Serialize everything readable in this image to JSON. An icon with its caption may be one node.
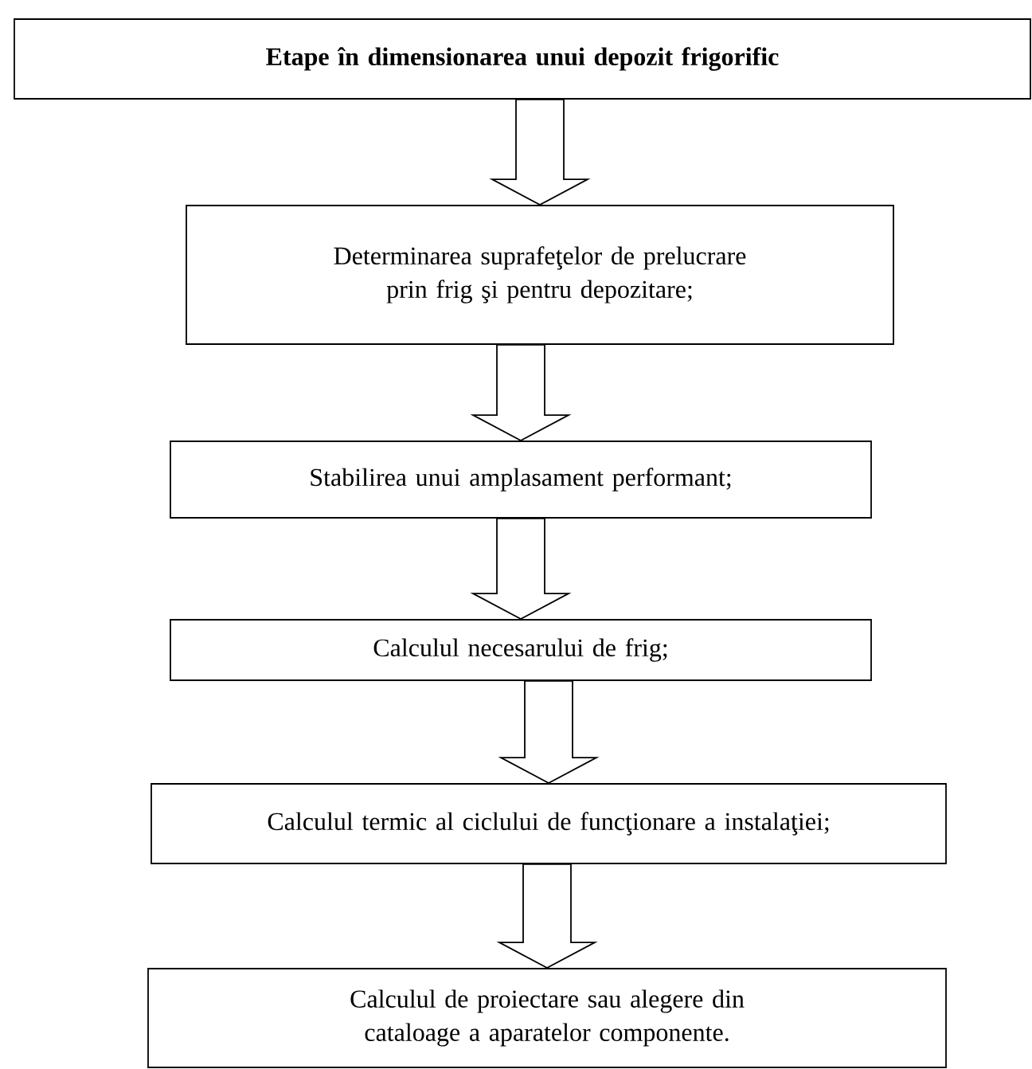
{
  "diagram": {
    "nodes": [
      {
        "text": [
          "Etape în dimensionarea unui depozit frigorific"
        ]
      },
      {
        "text": [
          "Determinarea suprafeţelor de prelucrare prin frig şi pentru depozitare;"
        ]
      },
      {
        "text": [
          "Stabilirea unui amplasament performant;"
        ]
      },
      {
        "text": [
          "Calculul necesarului de frig;"
        ]
      },
      {
        "text": [
          "Calculul termic al ciclului de funcţionare a instalaţiei;"
        ]
      },
      {
        "text": [
          "Calculul de proiectare sau alegere din cataloage a aparatelor componente."
        ]
      }
    ],
    "edges": [
      {
        "from": 0,
        "to": 1,
        "arrow": "to"
      },
      {
        "from": 1,
        "to": 2,
        "arrow": "to"
      },
      {
        "from": 2,
        "to": 3,
        "arrow": "to"
      },
      {
        "from": 3,
        "to": 4,
        "arrow": "to"
      },
      {
        "from": 4,
        "to": 5,
        "arrow": "to"
      }
    ]
  }
}
